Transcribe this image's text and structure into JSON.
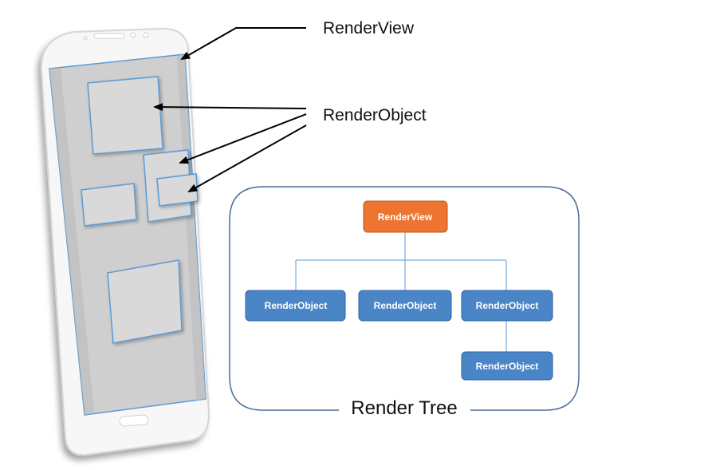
{
  "callouts": {
    "render_view": "RenderView",
    "render_object": "RenderObject"
  },
  "tree": {
    "caption": "Render Tree",
    "root": "RenderView",
    "children": [
      "RenderObject",
      "RenderObject",
      "RenderObject"
    ],
    "grandchild": "RenderObject"
  },
  "colors": {
    "root_fill": "#ED7431",
    "node_fill": "#4A86C7",
    "frame_stroke": "#4C6E9C",
    "screen_outline": "#5B9BD5"
  }
}
